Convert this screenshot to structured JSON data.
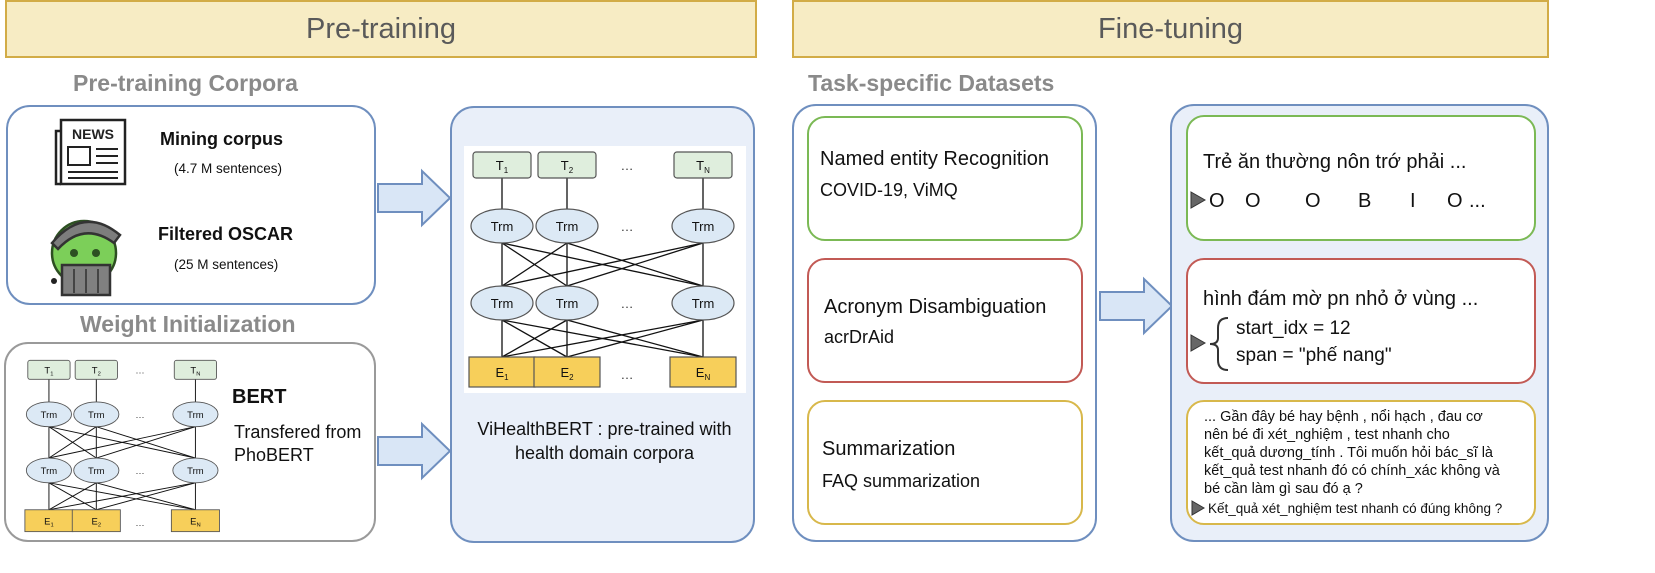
{
  "banners": {
    "pretraining": "Pre-training",
    "finetuning": "Fine-tuning"
  },
  "sections": {
    "corpora": "Pre-training Corpora",
    "weights": "Weight Initialization",
    "tasks": "Task-specific Datasets"
  },
  "corpora": {
    "news_icon_label": "NEWS",
    "mining_title": "Mining corpus",
    "mining_count": "(4.7 M sentences)",
    "oscar_title": "Filtered OSCAR",
    "oscar_count": "(25 M sentences)"
  },
  "weights": {
    "model_name": "BERT",
    "transfer_line1": "Transfered from",
    "transfer_line2": "PhoBERT"
  },
  "model": {
    "caption_line1": "ViHealthBERT : pre-trained with",
    "caption_line2": "health domain corpora"
  },
  "bert_diagram": {
    "outputs": [
      "T",
      "T",
      "…",
      "T"
    ],
    "output_subs": [
      "1",
      "2",
      "",
      "N"
    ],
    "layer": [
      "Trm",
      "Trm",
      "…",
      "Trm"
    ],
    "inputs": [
      "E",
      "E",
      "…",
      "E"
    ],
    "input_subs": [
      "1",
      "2",
      "",
      "N"
    ]
  },
  "tasks": [
    {
      "title": "Named entity Recognition",
      "dataset": "COVID-19, ViMQ"
    },
    {
      "title": "Acronym Disambiguation",
      "dataset": "acrDrAid"
    },
    {
      "title": "Summarization",
      "dataset": "FAQ summarization"
    }
  ],
  "examples": {
    "ner": {
      "text": "Trẻ ăn thường nôn trớ phải ...",
      "tags": [
        "O",
        "O",
        "O",
        "B",
        "I",
        "O",
        "..."
      ]
    },
    "acronym": {
      "text": "hình đám mờ pn nhỏ ở vùng ...",
      "start_idx": "start_idx = 12",
      "span": "span = \"phế nang\""
    },
    "summary": {
      "question_lines": [
        "... Gần đây bé hay bệnh , nổi hạch , đau cơ",
        "nên bé đi xét_nghiệm , test nhanh cho",
        "kết_quả dương_tính . Tôi muốn hỏi bác_sĩ là",
        "kết_quả test nhanh đó có chính_xác không và",
        "bé cần làm gì sau đó ạ ?"
      ],
      "answer": "Kết_quả xét_nghiệm test nhanh có đúng không ?"
    }
  },
  "colors": {
    "banner_fill": "#f7ecc4",
    "banner_border": "#d2ac47",
    "panel_border": "#6f8fbf",
    "panel_fill": "#e9eff9",
    "node_blue": "#dce9f5",
    "node_green": "#dfeedd",
    "node_yellow": "#f7cf5a"
  },
  "icons": [
    "news-icon",
    "oscar-mascot-icon",
    "right-arrow-icon",
    "triangle-marker-icon",
    "curly-brace-icon"
  ]
}
